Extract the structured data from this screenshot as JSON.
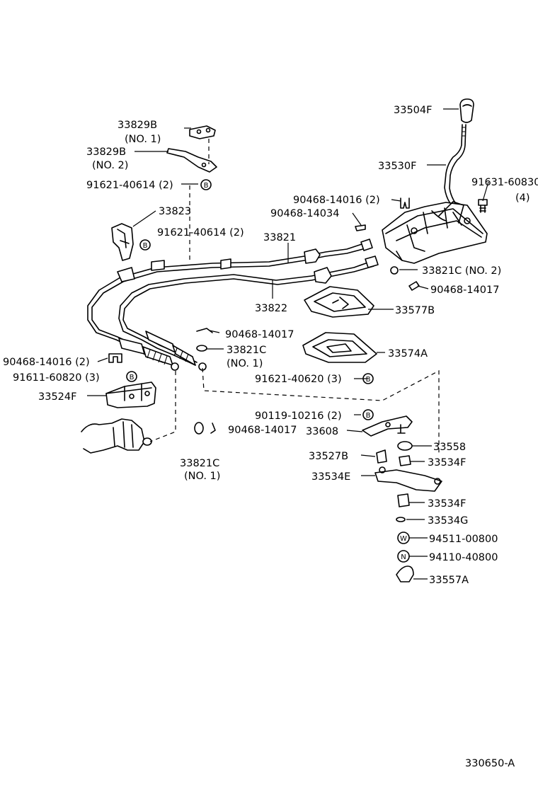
{
  "diagram_code": "330650-A",
  "parts": [
    {
      "key": "shift_knob",
      "number": "33504F"
    },
    {
      "key": "shift_lever",
      "number": "33530F"
    },
    {
      "key": "bolt_lever",
      "number": "91631-60830",
      "qty": "(4)"
    },
    {
      "key": "clip_1",
      "number": "90468-14016 (2)"
    },
    {
      "key": "clip_2",
      "number": "90468-14034"
    },
    {
      "key": "bracket_no1",
      "number": "33829B",
      "note": "(NO. 1)"
    },
    {
      "key": "bracket_no2",
      "number": "33829B",
      "note": "(NO. 2)"
    },
    {
      "key": "bolt_b_top",
      "number": "91621-40614 (2)"
    },
    {
      "key": "retainer",
      "number": "33823"
    },
    {
      "key": "bolt_b_mid",
      "number": "91621-40614 (2)"
    },
    {
      "key": "cable_upper",
      "number": "33821"
    },
    {
      "key": "cable_lower",
      "number": "33822"
    },
    {
      "key": "washer_no2",
      "number": "33821C (NO. 2)"
    },
    {
      "key": "clip_3",
      "number": "90468-14017"
    },
    {
      "key": "boot_upper",
      "number": "33577B"
    },
    {
      "key": "clip_4",
      "number": "90468-14017"
    },
    {
      "key": "washer_no1",
      "number": "33821C",
      "note": "(NO. 1)"
    },
    {
      "key": "boot_lower",
      "number": "33574A"
    },
    {
      "key": "clip_5",
      "number": "90468-14016 (2)"
    },
    {
      "key": "bolt_b_left",
      "number": "91611-60820 (3)"
    },
    {
      "key": "bracket_left",
      "number": "33524F"
    },
    {
      "key": "bolt_b_right",
      "number": "91621-40620 (3)"
    },
    {
      "key": "bolt_b_lever",
      "number": "90119-10216 (2)"
    },
    {
      "key": "lever_sub",
      "number": "33608"
    },
    {
      "key": "clip_6",
      "number": "90468-14017"
    },
    {
      "key": "washer_bottom",
      "number": "33821C",
      "note": "(NO. 1)"
    },
    {
      "key": "bushing_1",
      "number": "33527B"
    },
    {
      "key": "bushing_2",
      "number": "33558"
    },
    {
      "key": "lever_e",
      "number": "33534E"
    },
    {
      "key": "bushing_3",
      "number": "33534F"
    },
    {
      "key": "bushing_4",
      "number": "33534F"
    },
    {
      "key": "washer_g",
      "number": "33534G"
    },
    {
      "key": "washer_w",
      "number": "94511-00800",
      "symbol": "W"
    },
    {
      "key": "nut_n",
      "number": "94110-40800",
      "symbol": "N"
    },
    {
      "key": "cap",
      "number": "33557A"
    }
  ],
  "symbol_b": "B"
}
